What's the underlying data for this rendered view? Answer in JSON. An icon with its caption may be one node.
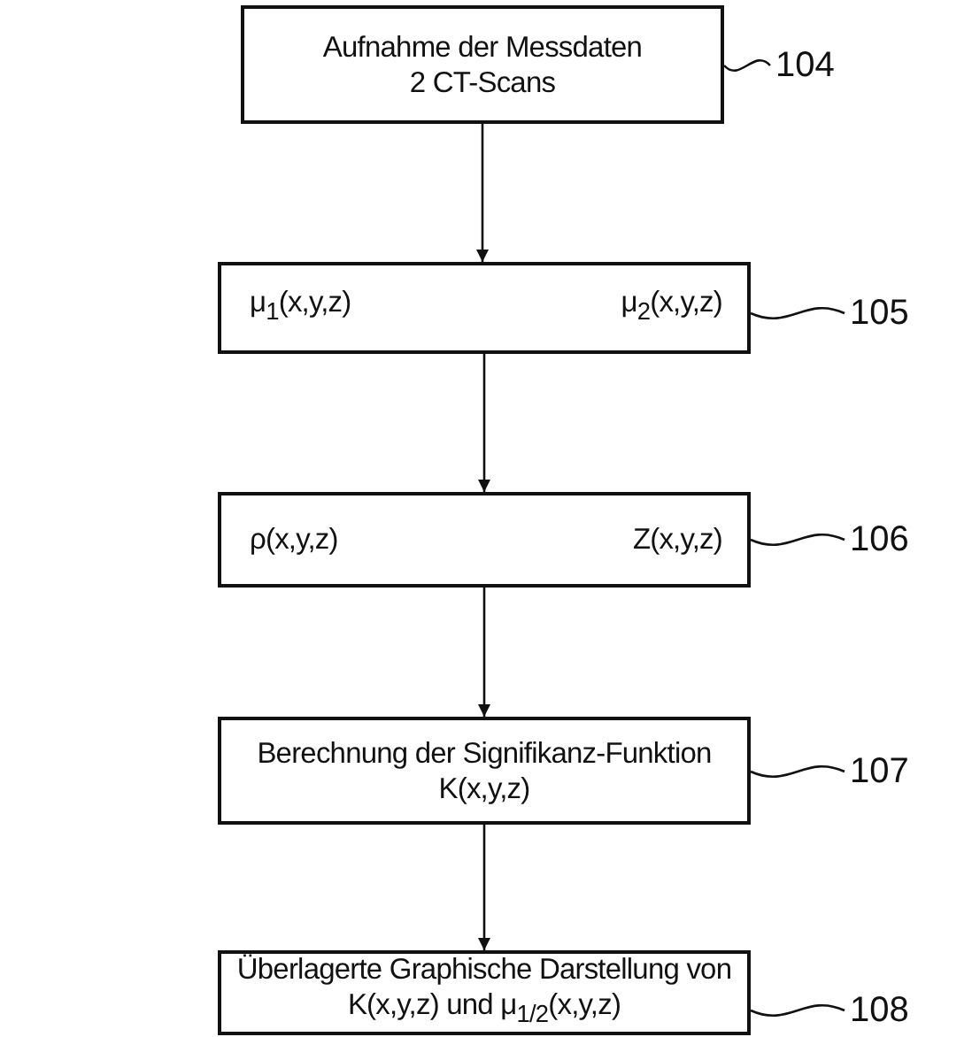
{
  "diagram": {
    "nodes": [
      {
        "text": [
          "Aufnahme der Messdaten 2 CT-Scans"
        ]
      },
      {
        "text": [
          "104"
        ]
      },
      {
        "text": [
          "μ$_{1}$(x,y,z)",
          "μ$_{2}$(x,y,z)"
        ]
      },
      {
        "text": [
          "105"
        ]
      },
      {
        "text": [
          "ρ(x,y,z)",
          "Z(x,y,z)"
        ]
      },
      {
        "text": [
          "106"
        ]
      },
      {
        "text": [
          "Berechnung der Signifikanz-Funktion K(x,y,z)"
        ]
      },
      {
        "text": [
          "107"
        ]
      },
      {
        "text": [
          "Überlagerte Graphische Darstellung von K(x,y,z) und μ$_{1/2}$(x,y,z)"
        ]
      },
      {
        "text": [
          "108"
        ]
      }
    ],
    "edges": [
      {
        "from": 0,
        "to": 2,
        "arrow": "to"
      },
      {
        "from": 2,
        "to": 4,
        "arrow": "to"
      },
      {
        "from": 4,
        "to": 6,
        "arrow": "to"
      },
      {
        "from": 6,
        "to": 8,
        "arrow": "to"
      },
      {
        "from": 1,
        "to": 0,
        "arrow": "none"
      },
      {
        "from": 3,
        "to": 2,
        "arrow": "none"
      },
      {
        "from": 5,
        "to": 4,
        "arrow": "none"
      },
      {
        "from": 7,
        "to": 6,
        "arrow": "none"
      },
      {
        "from": 9,
        "to": 8,
        "arrow": "none"
      }
    ]
  }
}
